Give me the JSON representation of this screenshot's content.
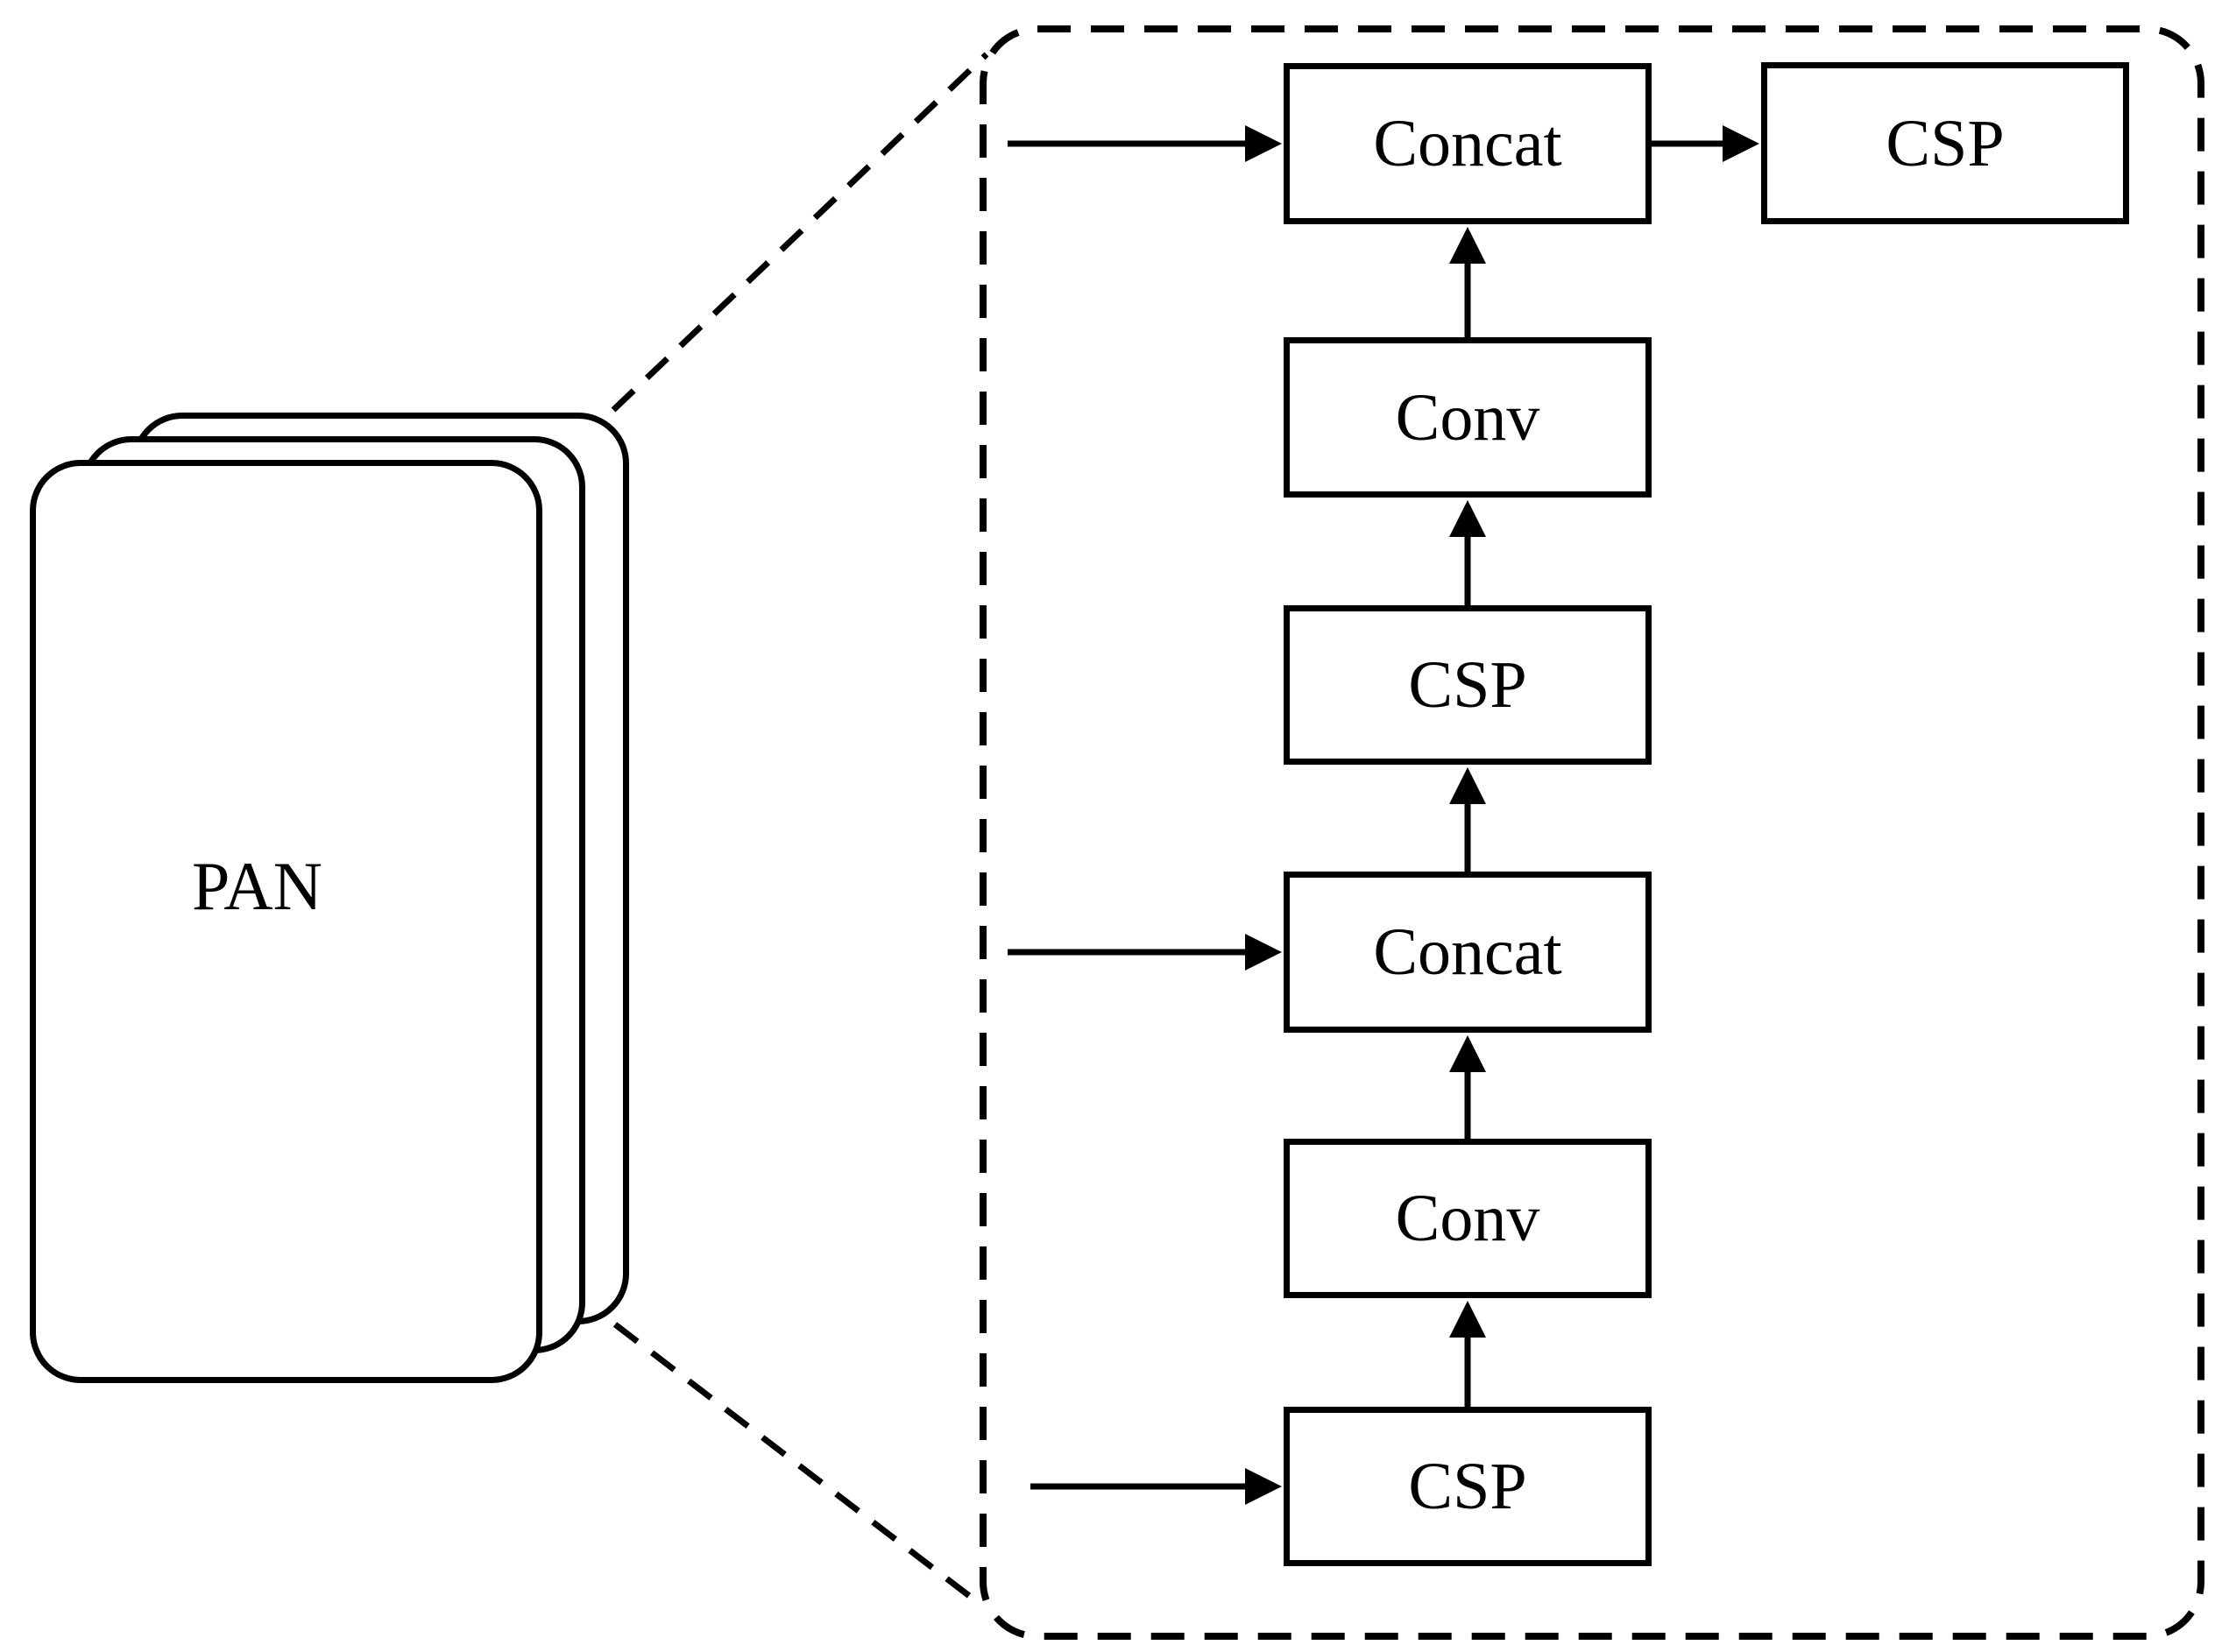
{
  "pan": {
    "label": "PAN"
  },
  "detail": {
    "nodes": {
      "concat_top": {
        "label": "Concat"
      },
      "csp_output": {
        "label": "CSP"
      },
      "conv_upper": {
        "label": "Conv"
      },
      "csp_upper": {
        "label": "CSP"
      },
      "concat_middle": {
        "label": "Concat"
      },
      "conv_lower": {
        "label": "Conv"
      },
      "csp_bottom": {
        "label": "CSP"
      }
    },
    "edges": [
      {
        "from": "input-bottom",
        "to": "csp_bottom",
        "style": "solid-arrow"
      },
      {
        "from": "csp_bottom",
        "to": "conv_lower",
        "style": "solid-arrow"
      },
      {
        "from": "conv_lower",
        "to": "concat_middle",
        "style": "solid-arrow"
      },
      {
        "from": "input-middle",
        "to": "concat_middle",
        "style": "solid-arrow"
      },
      {
        "from": "concat_middle",
        "to": "csp_upper",
        "style": "solid-arrow"
      },
      {
        "from": "csp_upper",
        "to": "conv_upper",
        "style": "solid-arrow"
      },
      {
        "from": "conv_upper",
        "to": "concat_top",
        "style": "solid-arrow"
      },
      {
        "from": "input-top",
        "to": "concat_top",
        "style": "solid-arrow"
      },
      {
        "from": "concat_top",
        "to": "csp_output",
        "style": "solid-arrow"
      }
    ],
    "zoom_links": [
      {
        "from": "pan-stack-top-right",
        "to": "detail-region-top-left",
        "style": "dashed"
      },
      {
        "from": "pan-stack-bottom-right",
        "to": "detail-region-bottom-left",
        "style": "dashed"
      }
    ]
  },
  "colors": {
    "ink": "#000000",
    "background": "#ffffff"
  }
}
